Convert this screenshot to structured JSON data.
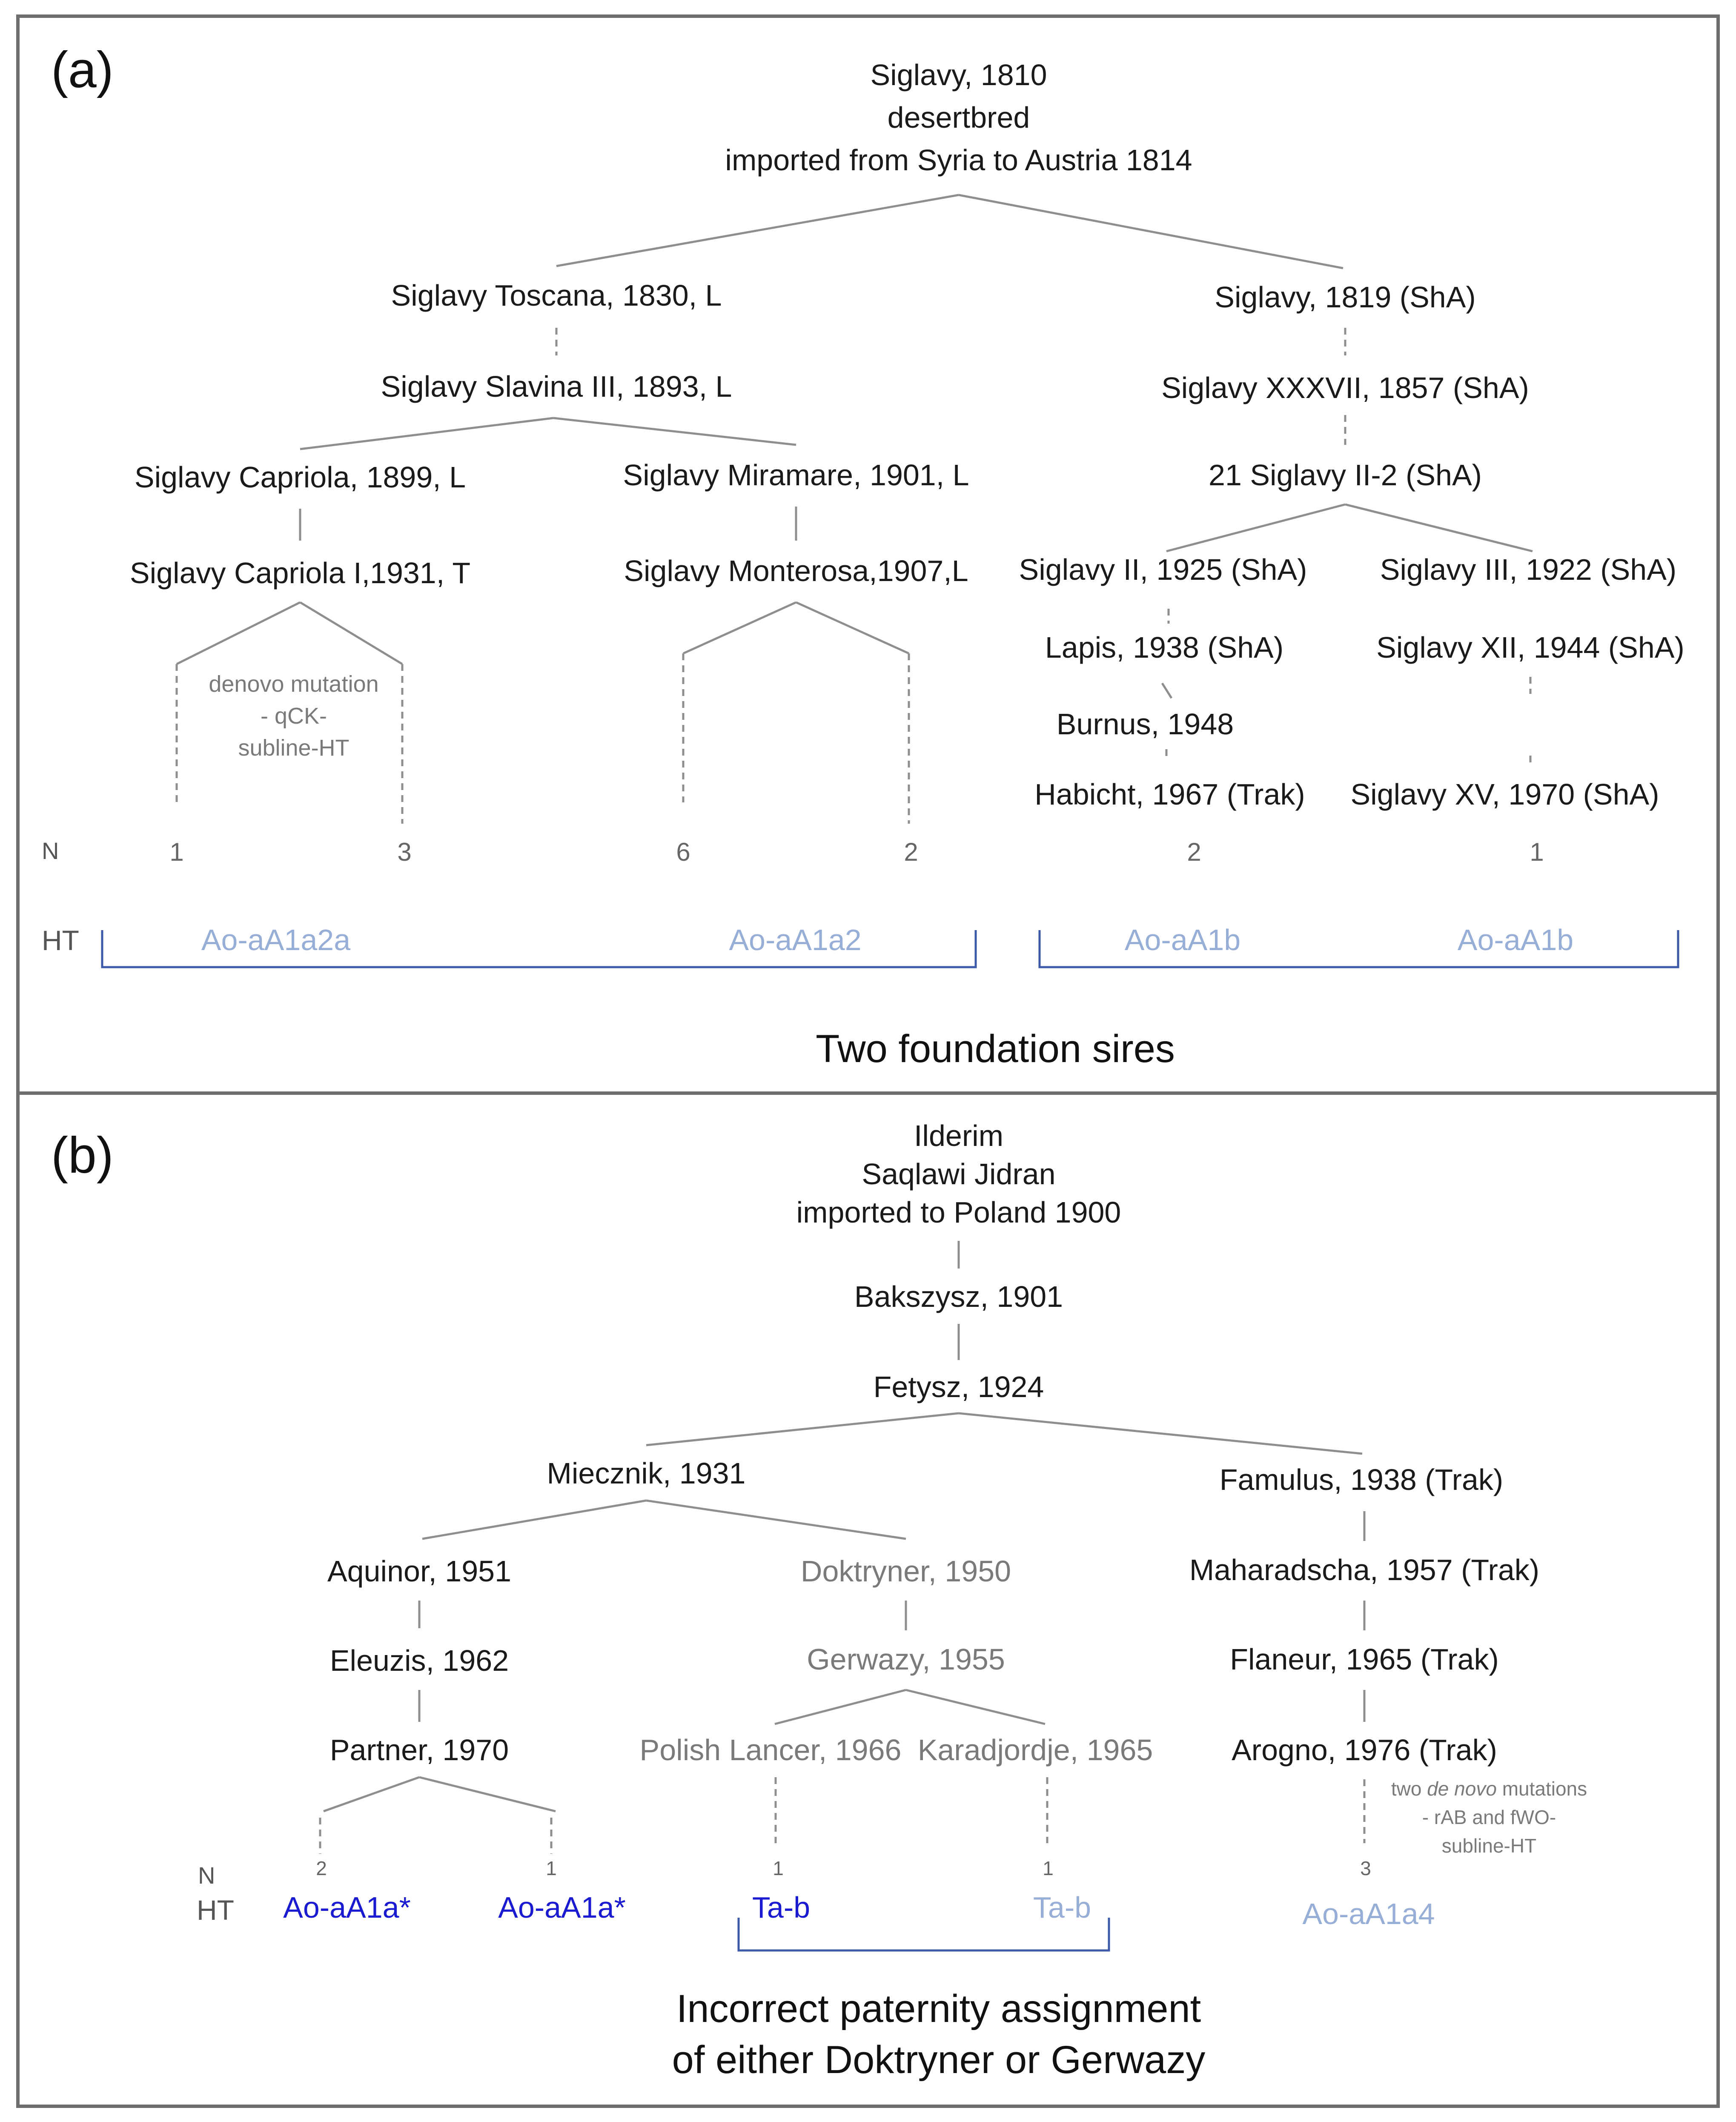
{
  "panel_a": {
    "label": "(a)",
    "root": [
      "Siglavy, 1810",
      "desertbred",
      "imported from Syria to Austria 1814"
    ],
    "nodes": {
      "toscana": "Siglavy Toscana, 1830, L",
      "slavina": "Siglavy Slavina III, 1893, L",
      "capriola": "Siglavy Capriola, 1899, L",
      "capriola_i": "Siglavy Capriola I,1931, T",
      "miramare": "Siglavy Miramare, 1901, L",
      "monterosa": "Siglavy Monterosa,1907,L",
      "s1819": "Siglavy, 1819 (ShA)",
      "xxxvii": "Siglavy XXXVII, 1857 (ShA)",
      "ii_2": "21 Siglavy II-2 (ShA)",
      "ii_1925": "Siglavy II, 1925 (ShA)",
      "lapis": "Lapis, 1938 (ShA)",
      "burnus": "Burnus, 1948",
      "habicht": "Habicht, 1967 (Trak)",
      "iii_1922": "Siglavy  III, 1922 (ShA)",
      "xii": "Siglavy XII, 1944 (ShA)",
      "xv": "Siglavy XV, 1970 (ShA)"
    },
    "mutation_note": [
      "denovo mutation",
      "- qCK-",
      "subline-HT"
    ],
    "n_label": "N",
    "n_values": [
      "1",
      "3",
      "6",
      "2",
      "2",
      "1"
    ],
    "ht_label": "HT",
    "ht_values": [
      "Ao-aA1a2a",
      "Ao-aA1a2",
      "Ao-aA1b",
      "Ao-aA1b"
    ],
    "caption": "Two foundation sires"
  },
  "panel_b": {
    "label": "(b)",
    "root": [
      "Ilderim",
      "Saqlawi Jidran",
      "imported to Poland 1900"
    ],
    "nodes": {
      "bakszysz": "Bakszysz, 1901",
      "fetysz": "Fetysz, 1924",
      "miecznik": "Miecznik, 1931",
      "aquinor": "Aquinor, 1951",
      "eleuzis": "Eleuzis, 1962",
      "partner": "Partner, 1970",
      "doktryner": "Doktryner, 1950",
      "gerwazy": "Gerwazy, 1955",
      "polish_lancer": "Polish Lancer, 1966",
      "karadjordje": "Karadjordje, 1965",
      "famulus": "Famulus, 1938 (Trak)",
      "maharadscha": "Maharadscha, 1957 (Trak)",
      "flaneur": "Flaneur, 1965 (Trak)",
      "arogno": "Arogno, 1976 (Trak)"
    },
    "mutation_note": {
      "line1_prefix": "two ",
      "line1_italic": "de novo",
      "line1_suffix": " mutations",
      "line2": "- rAB and fWO-",
      "line3": "subline-HT"
    },
    "n_label": "N",
    "n_values": [
      "2",
      "1",
      "1",
      "1",
      "3"
    ],
    "ht_label": "HT",
    "ht_values": [
      "Ao-aA1a*",
      "Ao-aA1a*",
      "Ta-b",
      "Ta-b",
      "Ao-aA1a4"
    ],
    "caption": [
      "Incorrect paternity assignment",
      "of either Doktryner or Gerwazy"
    ]
  },
  "colors": {
    "frame": "#6e6e6e",
    "connector": "#8e8e8e",
    "bracket": "#3d5aa8",
    "haplotype_light": "#97aed6",
    "haplotype_dark": "#1a1ad0",
    "text": "#1a1a1a",
    "muted_text": "#7a7a7a"
  }
}
